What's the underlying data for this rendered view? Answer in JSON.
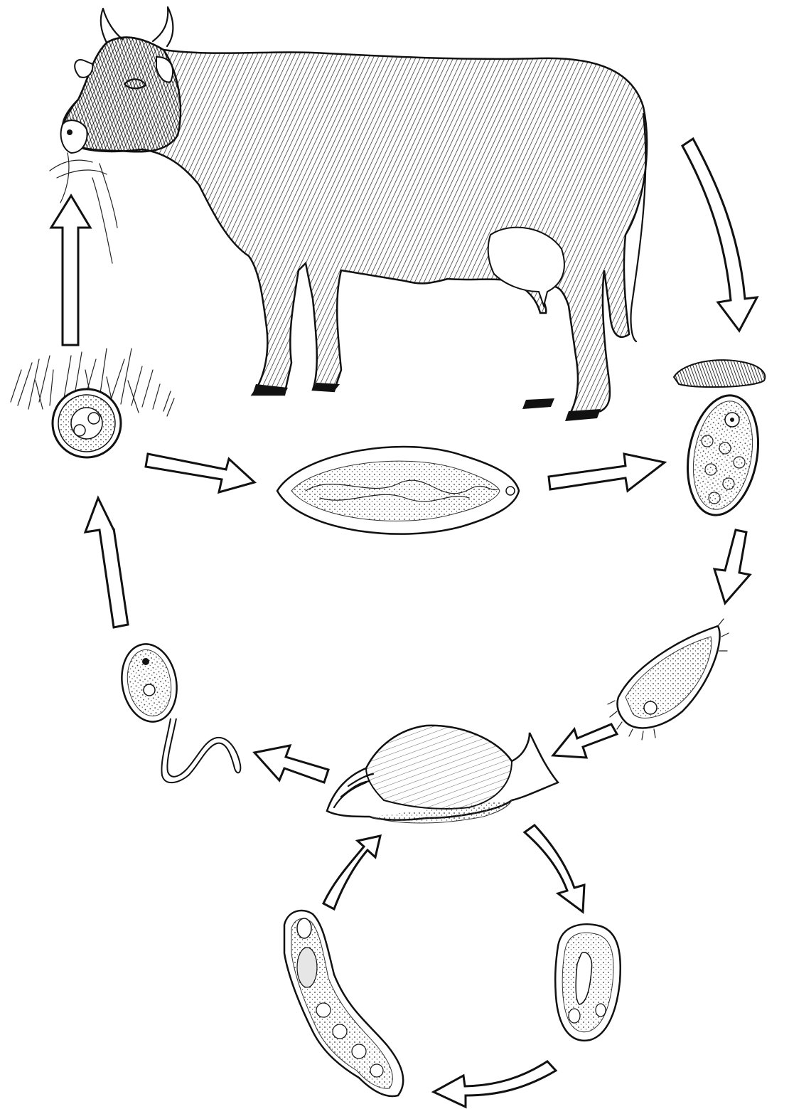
{
  "diagram": {
    "stages": [
      {
        "id": "cow",
        "icon": "cow-icon"
      },
      {
        "id": "dung",
        "icon": "dung-pile-icon"
      },
      {
        "id": "egg",
        "icon": "fluke-egg-icon"
      },
      {
        "id": "miracidium",
        "icon": "miracidium-icon"
      },
      {
        "id": "snail",
        "icon": "snail-icon"
      },
      {
        "id": "sporocyst",
        "icon": "sporocyst-icon"
      },
      {
        "id": "redia",
        "icon": "redia-icon"
      },
      {
        "id": "cercaria",
        "icon": "cercaria-icon"
      },
      {
        "id": "metacercaria",
        "icon": "metacercaria-on-grass-icon"
      },
      {
        "id": "adult-fluke",
        "icon": "adult-liver-fluke-icon"
      }
    ],
    "colors": {
      "ink": "#111111",
      "paper": "#ffffff"
    }
  }
}
